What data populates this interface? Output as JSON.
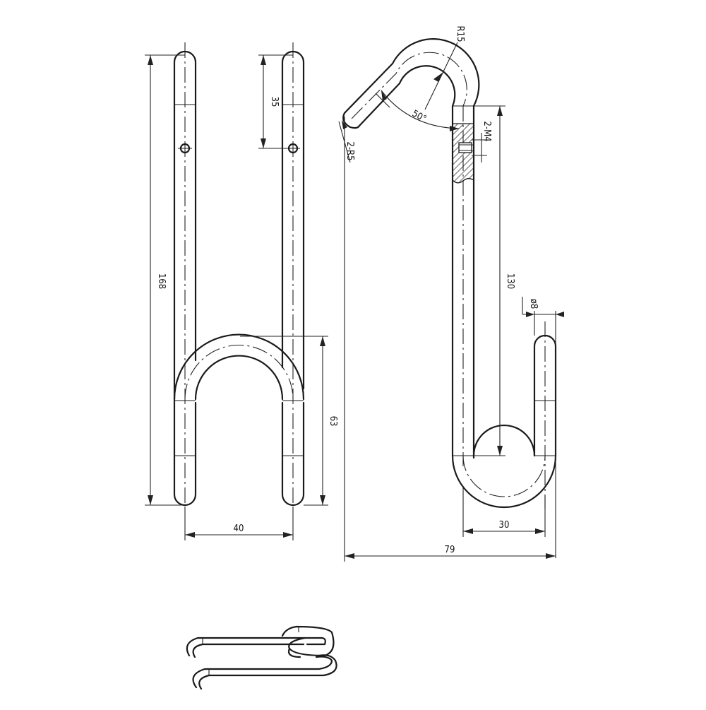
{
  "drawing": {
    "dimensions": {
      "overall_height": "168",
      "hole_offset": "35",
      "u_bend_height": "63",
      "u_bend_width": "40",
      "bend_radius": "R15",
      "bend_angle": "50°",
      "end_radius": "2-R5",
      "thread": "2-M4",
      "straight_length": "130",
      "rod_diameter": "ø8",
      "hook_width": "30",
      "overall_width": "79"
    }
  }
}
